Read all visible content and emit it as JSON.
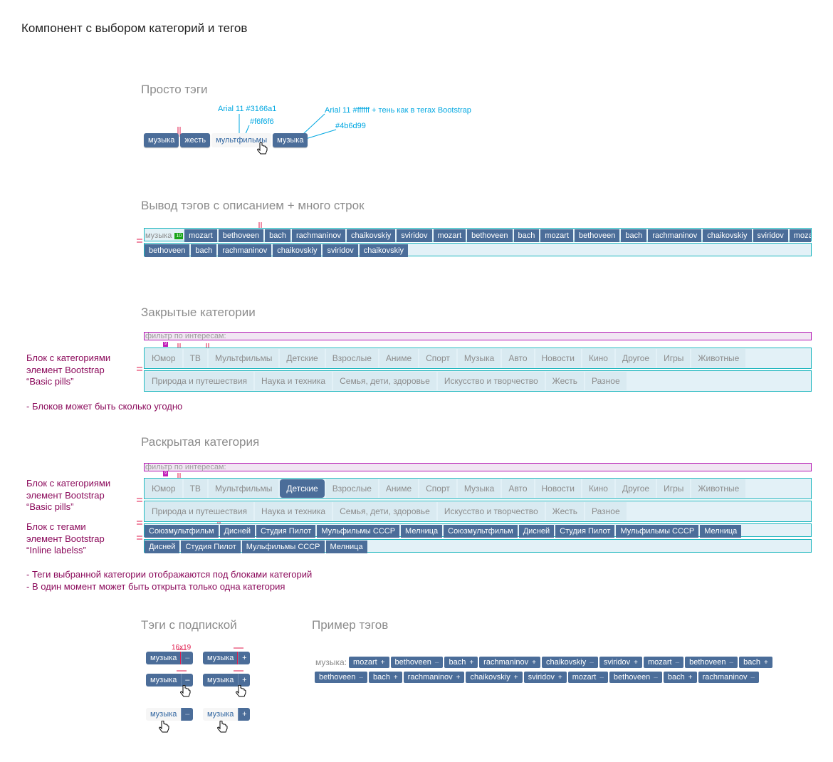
{
  "page_title": "Компонент с выбором категорий и тегов",
  "s1": {
    "title": "Просто тэги",
    "tags": [
      "музыка",
      "жесть",
      "мультфильмы",
      "музыка"
    ],
    "anno_font_light": "Arial 11 #3166a1",
    "anno_bg_light": "#f6f6f6",
    "anno_font_dark": "Arial 11 #ffffff  + тень как в тегах Bootstrap",
    "anno_bg_dark": "#4b6d99"
  },
  "s2": {
    "title": "Вывод тэгов с описанием + много строк",
    "label": "музыка",
    "count": "10",
    "row1": [
      "mozart",
      "bethoveen",
      "bach",
      "rachmaninov",
      "chaikovskiy",
      "sviridov",
      "mozart",
      "bethoveen",
      "bach",
      "mozart",
      "bethoveen",
      "bach",
      "rachmaninov",
      "chaikovskiy",
      "sviridov",
      "mozart"
    ],
    "row2": [
      "bethoveen",
      "bach",
      "rachmaninov",
      "chaikovskiy",
      "sviridov",
      "chaikovskiy"
    ]
  },
  "s3": {
    "title": "Закрытые категории",
    "filter": "фильтр по интересам:",
    "mark": "9",
    "pills1": [
      "Юмор",
      "ТВ",
      "Мультфильмы",
      "Детские",
      "Взрослые",
      "Аниме",
      "Спорт",
      "Музыка",
      "Авто",
      "Новости",
      "Кино",
      "Другое",
      "Игры",
      "Животные"
    ],
    "pills2": [
      "Природа и путешествия",
      "Наука и техника",
      "Семья, дети, здоровье",
      "Искусство и творчество",
      "Жесть",
      "Разное"
    ],
    "note_block": [
      "Блок с категориями",
      "элемент Bootstrap",
      "“Basic pills”"
    ],
    "note_count": "- Блоков может быть сколько угодно"
  },
  "s4": {
    "title": "Раскрытая  категория",
    "filter": "фильтр по интересам:",
    "mark": "9",
    "active": "Детские",
    "pills1": [
      "Юмор",
      "ТВ",
      "Мультфильмы",
      "Детские",
      "Взрослые",
      "Аниме",
      "Спорт",
      "Музыка",
      "Авто",
      "Новости",
      "Кино",
      "Другое",
      "Игры",
      "Животные"
    ],
    "pills2": [
      "Природа и путешествия",
      "Наука и техника",
      "Семья, дети, здоровье",
      "Искусство и творчество",
      "Жесть",
      "Разное"
    ],
    "tags1": [
      "Союзмультфильм",
      "Дисней",
      "Студия Пилот",
      "Мульфильмы СССР",
      "Мелница",
      "Союзмультфильм",
      "Дисней",
      "Студия Пилот",
      "Мульфильмы СССР",
      "Мелница"
    ],
    "tags2": [
      "Дисней",
      "Студия Пилот",
      "Мульфильмы СССР",
      "Мелница"
    ],
    "note_block": [
      "Блок с категориями",
      "элемент Bootstrap",
      "“Basic pills”"
    ],
    "note_tags": [
      "Блок с тегами",
      "элемент Bootstrap",
      "“Inline labelss”"
    ],
    "note_bottom": [
      "- Теги выбранной категории отображаются под блоками категорий",
      "- В один момент может быть открыта только одна категория"
    ]
  },
  "s5": {
    "title": "Тэги с подпиской",
    "size_anno": "16x19",
    "tag": "музыка"
  },
  "s6": {
    "title": "Пример тэгов",
    "label": "музыка:",
    "row1": [
      [
        "mozart",
        "+"
      ],
      [
        "bethoveen",
        "–"
      ],
      [
        "bach",
        "+"
      ],
      [
        "rachmaninov",
        "+"
      ],
      [
        "chaikovskiy",
        "–"
      ],
      [
        "sviridov",
        "+"
      ],
      [
        "mozart",
        "–"
      ],
      [
        "bethoveen",
        "–"
      ],
      [
        "bach",
        "+"
      ]
    ],
    "row2": [
      [
        "bethoveen",
        "–"
      ],
      [
        "bach",
        "+"
      ],
      [
        "rachmaninov",
        "+"
      ],
      [
        "chaikovskiy",
        "+"
      ],
      [
        "sviridov",
        "+"
      ],
      [
        "mozart",
        "–"
      ],
      [
        "bethoveen",
        "–"
      ],
      [
        "bach",
        "+"
      ],
      [
        "rachmaninov",
        "–"
      ]
    ]
  },
  "colors": {
    "tag": "#4b6d99",
    "light_tag": "#f6f6f6",
    "light_text": "#3166a1",
    "box_border": "#1ab5bd",
    "note": "#8b0a5b",
    "anno": "#00a7e1"
  }
}
